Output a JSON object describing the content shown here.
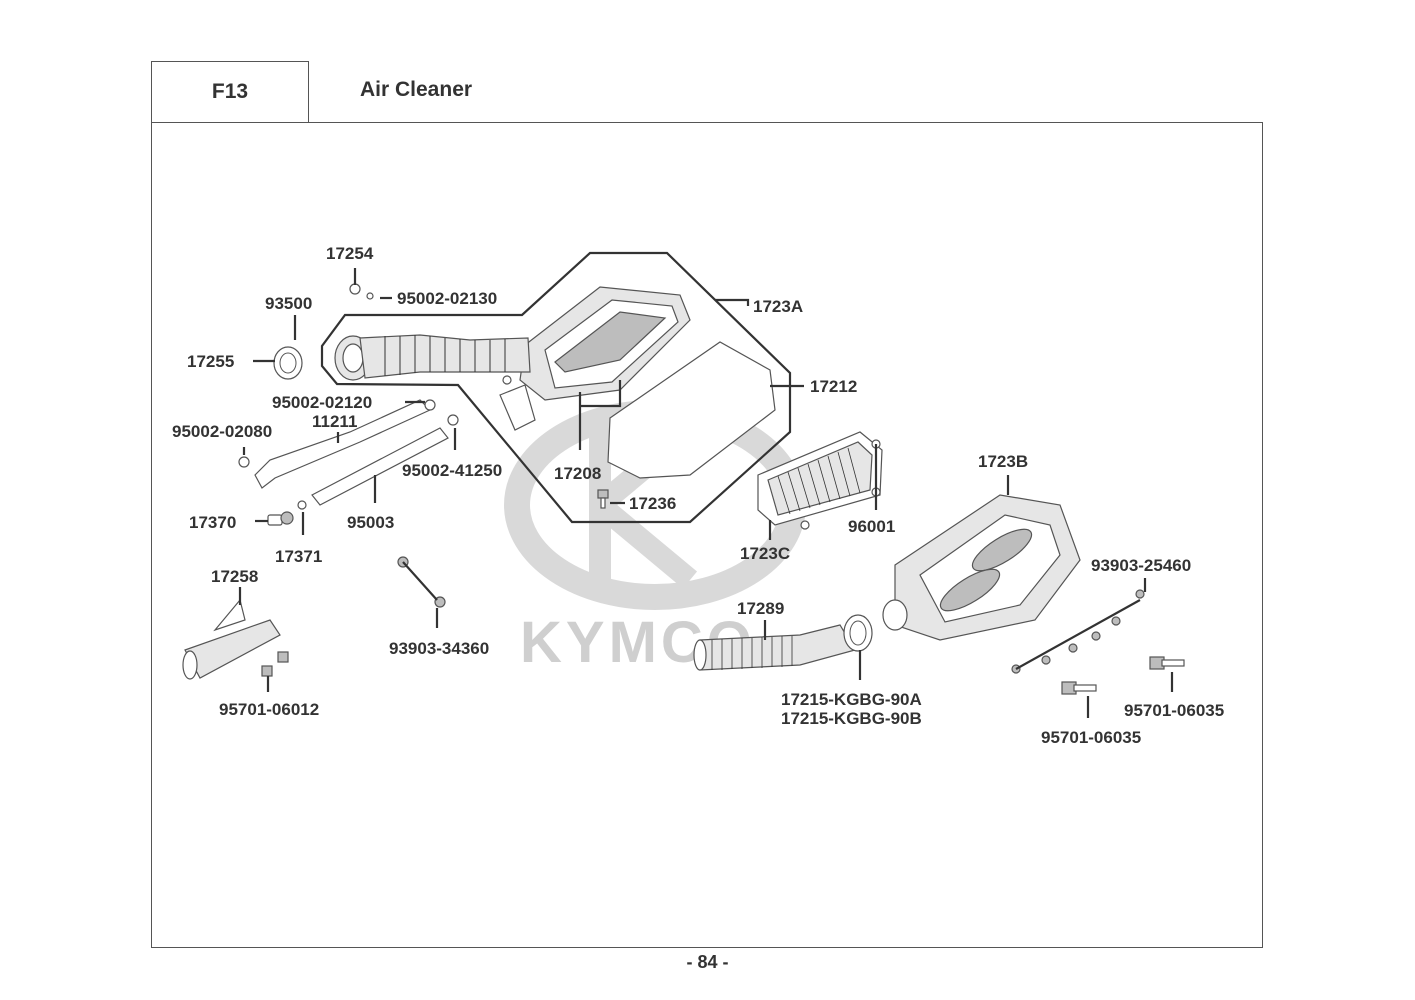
{
  "header": {
    "code": "F13",
    "title": "Air Cleaner"
  },
  "watermark": {
    "text": "KYMCO",
    "color": "#cfcfcf"
  },
  "footer": {
    "page": "- 84 -"
  },
  "parts": {
    "p17254": "17254",
    "p95002_02130": "95002-02130",
    "p93500": "93500",
    "p1723A": "1723A",
    "p17255": "17255",
    "p17212": "17212",
    "p95002_02120": "95002-02120",
    "p95002_02080": "95002-02080",
    "p11211": "11211",
    "p95002_41250": "95002-41250",
    "p17208": "17208",
    "p17236": "17236",
    "p1723B": "1723B",
    "p17370": "17370",
    "p95003": "95003",
    "p96001": "96001",
    "p17371": "17371",
    "p1723C": "1723C",
    "p17258": "17258",
    "p93903_25460": "93903-25460",
    "p17289": "17289",
    "p93903_34360": "93903-34360",
    "p17215a": "17215-KGBG-90A",
    "p17215b": "17215-KGBG-90B",
    "p95701_06012": "95701-06012",
    "p95701_06035a": "95701-06035",
    "p95701_06035b": "95701-06035"
  }
}
